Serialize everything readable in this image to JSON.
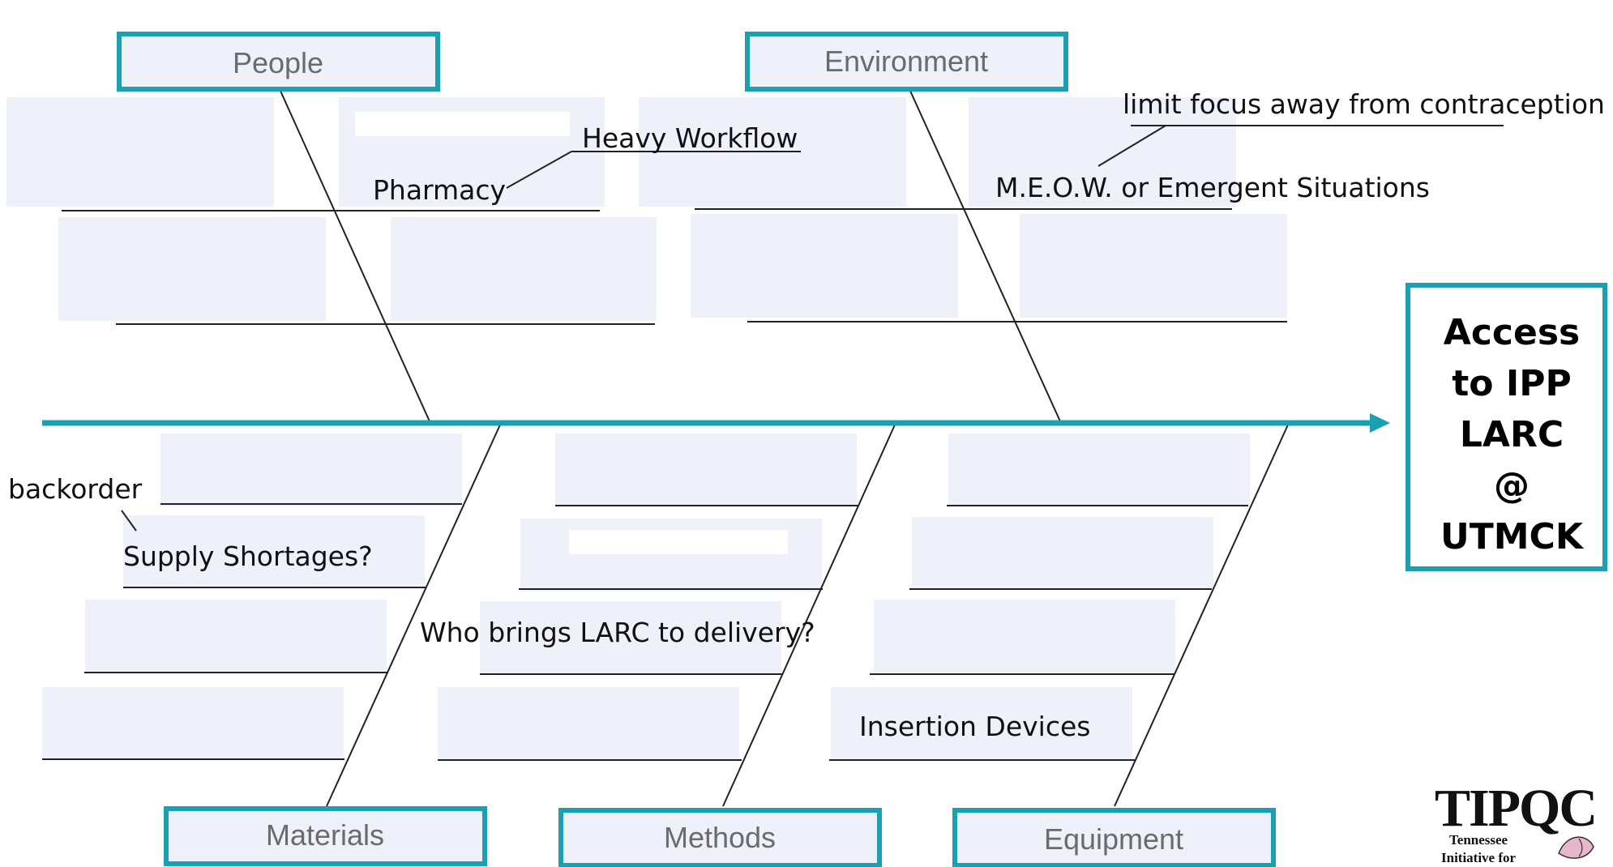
{
  "categories": {
    "people": "People",
    "environment": "Environment",
    "materials": "Materials",
    "methods": "Methods",
    "equipment": "Equipment"
  },
  "effect": [
    "Access",
    "to IPP",
    "LARC",
    "@",
    "UTMCK"
  ],
  "causes": {
    "heavy_workflow": "Heavy Workflow",
    "pharmacy": "Pharmacy",
    "limit_focus": "limit focus away from contraception",
    "meow": "M.E.O.W. or Emergent Situations",
    "backorder": "backorder",
    "supply_shortages": "Supply Shortages?",
    "who_brings": "Who brings LARC to delivery?",
    "insertion_devices": "Insertion Devices"
  },
  "logo": {
    "word": "TIPQC",
    "line1": "Tennessee",
    "line2": "Initiative for"
  },
  "colors": {
    "teal": "#1aa0b3",
    "placeholder": "#eef0fa",
    "line": "#222222"
  }
}
